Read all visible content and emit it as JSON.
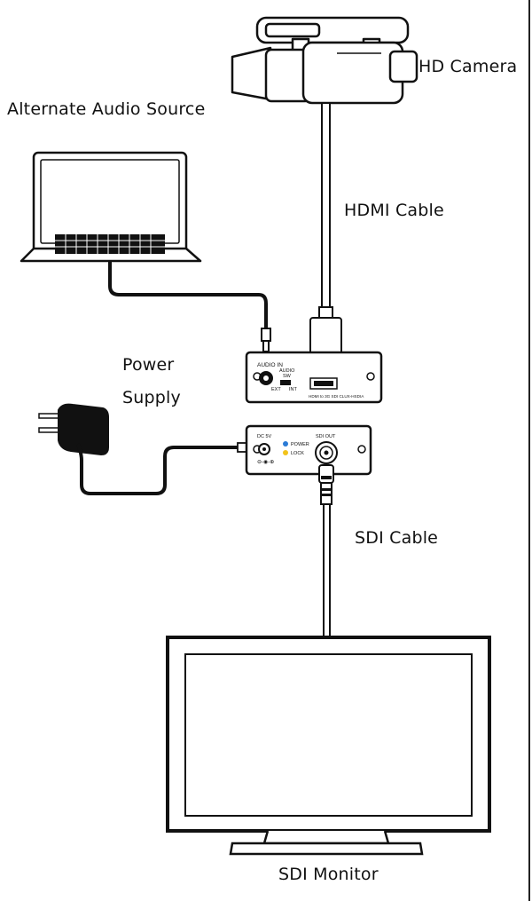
{
  "labels": {
    "hd_camera": "HD Camera",
    "alternate_audio_source": "Alternate Audio Source",
    "hdmi_cable": "HDMI Cable",
    "power": "Power",
    "supply": "Supply",
    "sdi_cable": "SDI Cable",
    "sdi_monitor": "SDI Monitor"
  },
  "converter": {
    "audio_in": "AUDIO IN",
    "audio": "AUDIO",
    "sw": "SW",
    "ext": "EXT",
    "int": "INT",
    "model": "HDMI to 3G SDI CLUX-HSDIA"
  },
  "output_box": {
    "dc_5v": "DC 5V",
    "power_led": "POWER",
    "lock_led": "LOCK",
    "sdi_out": "SDI OUT"
  },
  "colors": {
    "line": "#111111",
    "power_led": "#2b7bd6",
    "lock_led": "#f2c31b"
  }
}
